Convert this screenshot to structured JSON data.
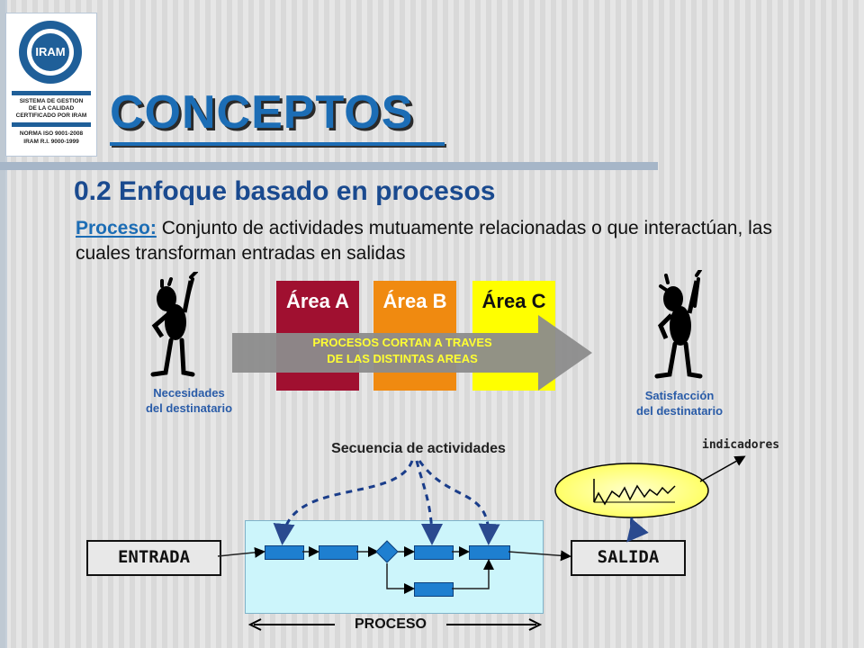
{
  "logo": {
    "org": "IRAM",
    "lines": [
      "SISTEMA DE GESTION",
      "DE LA CALIDAD",
      "CERTIFICADO POR IRAM"
    ],
    "norms": [
      "NORMA ISO 9001-2008",
      "IRAM R.I. 9000-1999"
    ],
    "color": "#1f5f99"
  },
  "title": "CONCEPTOS",
  "subtitle": "0.2 Enfoque basado en procesos",
  "definition": {
    "term": "Proceso:",
    "text": " Conjunto de actividades mutuamente relacionadas o que interactúan, las cuales transforman entradas en salidas"
  },
  "areas": [
    {
      "label": "Área A",
      "color": "#a01030"
    },
    {
      "label": "Área B",
      "color": "#f08a10"
    },
    {
      "label": "Área C",
      "color": "#ffff00"
    }
  ],
  "arrow": {
    "line1": "PROCESOS CORTAN A TRAVES",
    "line2": "DE LAS DISTINTAS AREAS"
  },
  "left_caption": {
    "line1": "Necesidades",
    "line2": "del destinatario"
  },
  "right_caption": {
    "line1": "Satisfacción",
    "line2": "del destinatario"
  },
  "sequence_label": "Secuencia de actividades",
  "indicators_label": "indicadores",
  "entrada_label": "ENTRADA",
  "salida_label": "SALIDA",
  "proceso_label": "PROCESO",
  "colors": {
    "title": "#1c6db5",
    "subtitle": "#1a4a8f",
    "caption": "#2a5ca8",
    "activity": "#1e7fd0",
    "process_bg": "#ccf5fb",
    "gauge": "#ffff80"
  },
  "icons": [
    "stick-figure-thinking-icon",
    "stick-figure-happy-icon",
    "indicator-gauge-icon"
  ]
}
